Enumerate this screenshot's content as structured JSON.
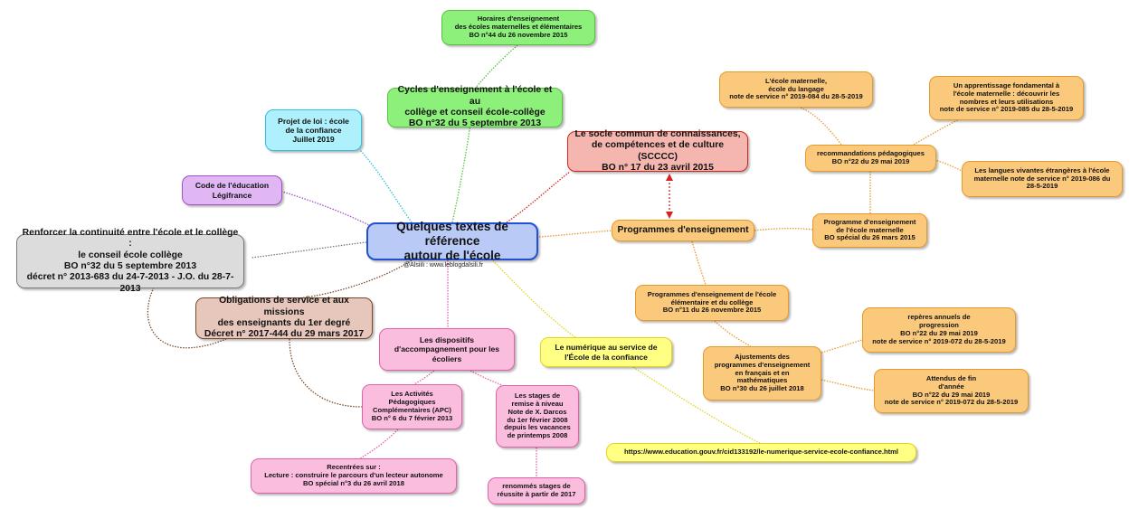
{
  "center": {
    "title": "Quelques textes de référence\nautour de l'école",
    "credit": "@Alsiili : www.leblogdalsili.fr"
  },
  "nodes": {
    "horaires": "Horaires d'enseignement\ndes écoles maternelles et élémentaires\nBO n°44 du 26 novembre 2015",
    "cycles": "Cycles d'enseignement à l'école et au\ncollège et conseil école-collège\nBO n°32 du 5 septembre 2013",
    "projet_loi": "Projet de loi : école\nde la confiance\nJuillet 2019",
    "code_education": "Code de l'éducation\nLégifrance",
    "continuite": "Renforcer la continuité entre l'école et le collège :\nle conseil école collège\nBO n°32 du 5 septembre 2013\ndécret n° 2013-683 du 24-7-2013 - J.O. du 28-7-2013",
    "obligations": "Obligations de service et aux missions\ndes enseignants du 1er degré\nDécret n° 2017-444 du 29 mars 2017",
    "socle": "Le socle commun de connaissances,\nde compétences et de culture (SCCCC)\nBO n° 17 du 23 avril 2015",
    "programmes": "Programmes d'enseignement",
    "maternelle_langage": "L'école maternelle,\nécole du langage\nnote de service n° 2019-084 du 28-5-2019",
    "apprentissage": "Un apprentissage fondamental à\nl'école maternelle : découvrir les\nnombres et leurs utilisations\nnote de service n° 2019-085 du 28-5-2019",
    "recommandations": "recommandations pédagogiques\nBO n°22 du 29 mai 2019",
    "langues": "Les langues vivantes étrangères à l'école\nmaternelle note de service n° 2019-086 du\n28-5-2019",
    "prog_maternelle": "Programme d'enseignement\nde l'école maternelle\nBO spécial du 26 mars 2015",
    "prog_elementaire": "Programmes d'enseignement de l'école\nélémentaire et du collège\nBO n°11 du 26 novembre 2015",
    "ajustements": "Ajustements des\nprogrammes d'enseignement\nen français et en\nmathématiques\nBO n°30 du 26 juillet 2018",
    "reperes": "repères annuels de\nprogression\nBO n°22 du 29 mai 2019\nnote de service n° 2019-072 du 28-5-2019",
    "attendus": "Attendus de fin\nd'année\nBO n°22 du 29 mai 2019\nnote de service n° 2019-072 du 28-5-2019",
    "numerique": "Le numérique au service de\nl'École de la confiance",
    "url": "https://www.education.gouv.fr/cid133192/le-numerique-service-ecole-confiance.html",
    "dispositifs": "Les dispositifs\nd'accompagnement pour les\nécoliers",
    "apc": "Les Activités\nPédagogiques\nComplémentaires (APC)\nBO n° 6 du 7 février 2013",
    "stages": "Les stages de\nremise à niveau\nNote de X. Darcos\ndu 1er février 2008\ndepuis les vacances\nde printemps 2008",
    "recentrees": "Recentrées sur :\nLecture : construire le parcours d'un lecteur autonome\nBO spécial n°3 du 26 avril 2018",
    "renommes": "renommés stages de\nréussite à partir de 2017"
  },
  "colors": {
    "green": "#8df07b",
    "orange": "#fbc97c",
    "red": "#f4b6ae",
    "cyan": "#aef0fb",
    "purple": "#e1b6f5",
    "gray": "#dcdcdc",
    "brown": "#e7c6bb",
    "pink": "#fbbdde",
    "yellow": "#ffff83",
    "blue": "#b9caf7"
  }
}
